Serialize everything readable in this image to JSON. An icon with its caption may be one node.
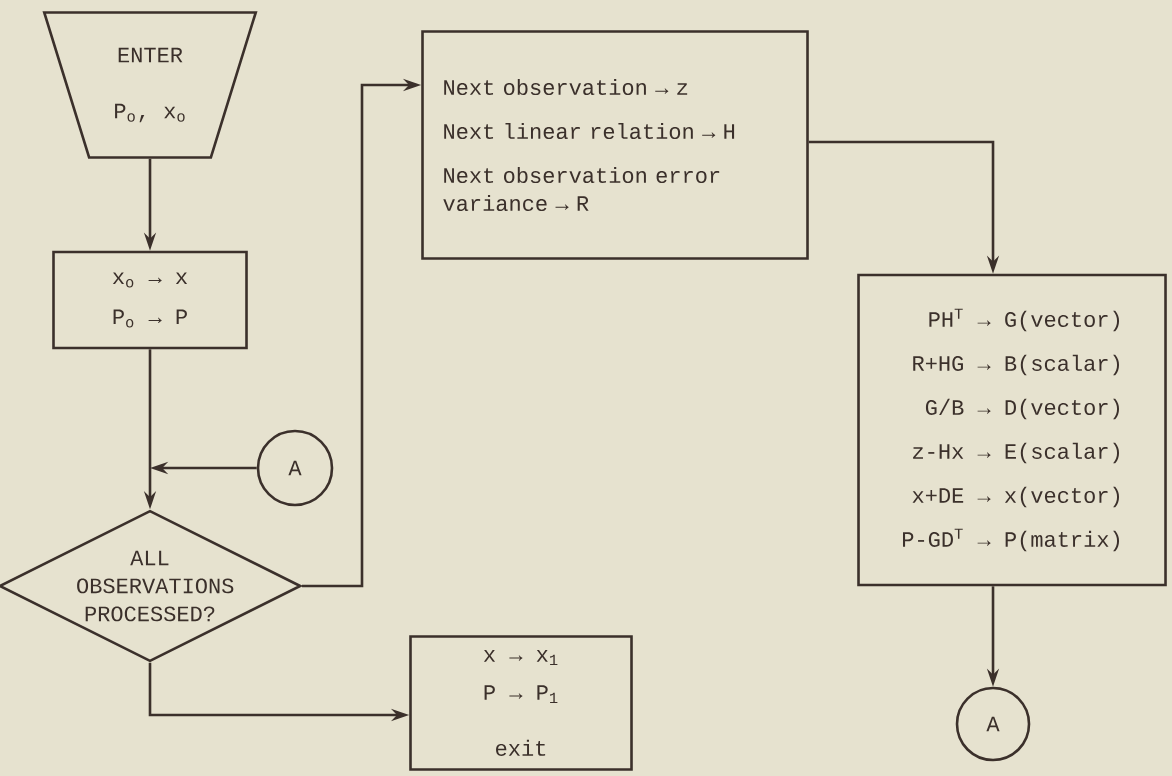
{
  "diagram": {
    "nodes": [
      {
        "text": [
          "ENTER",
          "P$_{o}$, x$_{o}$"
        ]
      },
      {
        "text": [
          "x$_{o}$ → x",
          "P$_{o}$ → P"
        ]
      },
      {
        "text": [
          "A"
        ]
      },
      {
        "text": [
          "ALL OBSERVATIONS PROCESSED?"
        ]
      },
      {
        "text": [
          "Next observation → z",
          "Next linear relation → H",
          "Next observation error variance → R"
        ]
      },
      {
        "text": [
          "PH$^{T}$ → G(vector)",
          "R+HG → B(scalar)",
          "G/B → D(vector)",
          "z-Hx → E(scalar)",
          "x+DE → x(vector)",
          "P-GD$^{T}$ → P(matrix)"
        ]
      },
      {
        "text": [
          "x → x$_{1}$",
          "P → P$_{1}$",
          "exit"
        ]
      },
      {
        "text": [
          "A"
        ]
      }
    ],
    "edges": [
      {
        "from": 0,
        "to": 1,
        "arrow": "to"
      },
      {
        "from": 1,
        "to": 3,
        "arrow": "to"
      },
      {
        "from": 2,
        "to": 3,
        "arrow": "to"
      },
      {
        "from": 3,
        "to": 4,
        "arrow": "to"
      },
      {
        "from": 3,
        "to": 6,
        "arrow": "to"
      },
      {
        "from": 4,
        "to": 5,
        "arrow": "to"
      },
      {
        "from": 5,
        "to": 7,
        "arrow": "to"
      }
    ]
  }
}
